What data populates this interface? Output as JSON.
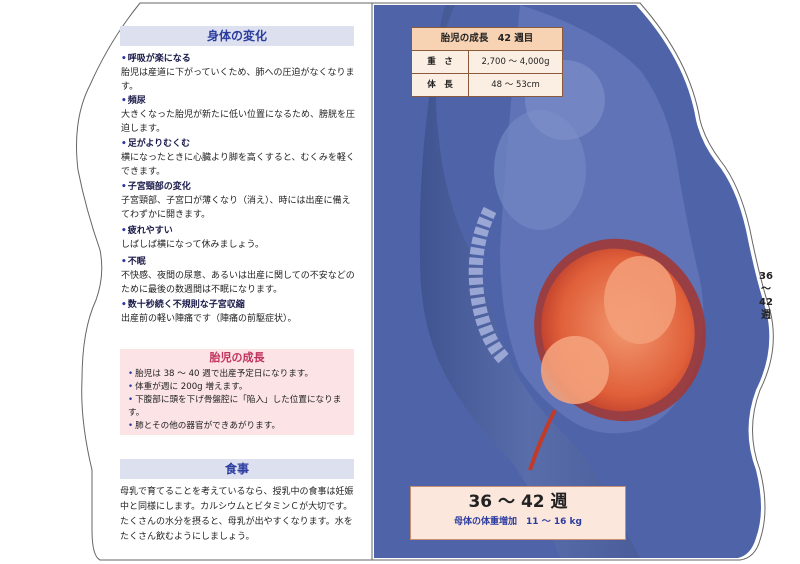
{
  "left_page": {
    "body_changes": {
      "heading": "身体の変化",
      "items": [
        {
          "title": "呼吸が楽になる",
          "body": "胎児は産道に下がっていくため、肺への圧迫がなくなります。"
        },
        {
          "title": "頻尿",
          "body": "大きくなった胎児が新たに低い位置になるため、膀胱を圧迫します。"
        },
        {
          "title": "足がよりむくむ",
          "body": "横になったときに心臓より脚を高くすると、むくみを軽くできます。"
        },
        {
          "title": "子宮頸部の変化",
          "body": "子宮頸部、子宮口が薄くなり（消え）、時には出産に備えてわずかに開きます。"
        },
        {
          "title": "疲れやすい",
          "body": "しばしば横になって休みましょう。"
        },
        {
          "title": "不眠",
          "body": "不快感、夜間の尿意、あるいは出産に関しての不安などのために最後の数週間は不眠になります。"
        },
        {
          "title": "数十秒続く不規則な子宮収縮",
          "body": "出産前の軽い陣痛です（陣痛の前駆症状）。"
        }
      ]
    },
    "fetal_growth": {
      "heading": "胎児の成長",
      "items": [
        "胎児は 38 〜 40 週で出産予定日になります。",
        "体重が週に 200g 増えます。",
        "下腹部に頭を下げ骨盤腔に「陥入」した位置になります。",
        "肺とその他の器官ができあがります。"
      ]
    },
    "diet": {
      "heading": "食事",
      "text": "母乳で育てることを考えているなら、授乳中の食事は妊娠中と同様にします。カルシウムとビタミンＣが大切です。たくさんの水分を摂ると、母乳が出やすくなります。水をたくさん飲むようにしましょう。"
    }
  },
  "right_page": {
    "fetus_table": {
      "heading": "胎児の成長　42 週目",
      "rows": [
        {
          "label": "重　さ",
          "value": "2,700 〜 4,000g"
        },
        {
          "label": "体　長",
          "value": "48 〜 53cm"
        }
      ]
    },
    "week_box": {
      "title": "36 〜 42 週",
      "subtitle": "母体の体重増加　11 〜 16 kg"
    },
    "side_tab": {
      "line1": "36",
      "line2": "〜",
      "line3": "42",
      "line4": "週"
    }
  },
  "colors": {
    "heading_blue": "#2c3da0",
    "heading_bg": "#dde0ee",
    "pink_bg": "#fbe3e6",
    "pink_heading": "#c2335d",
    "illustration_blue": "#5468a8",
    "fetus_orange": "#e8734a"
  }
}
